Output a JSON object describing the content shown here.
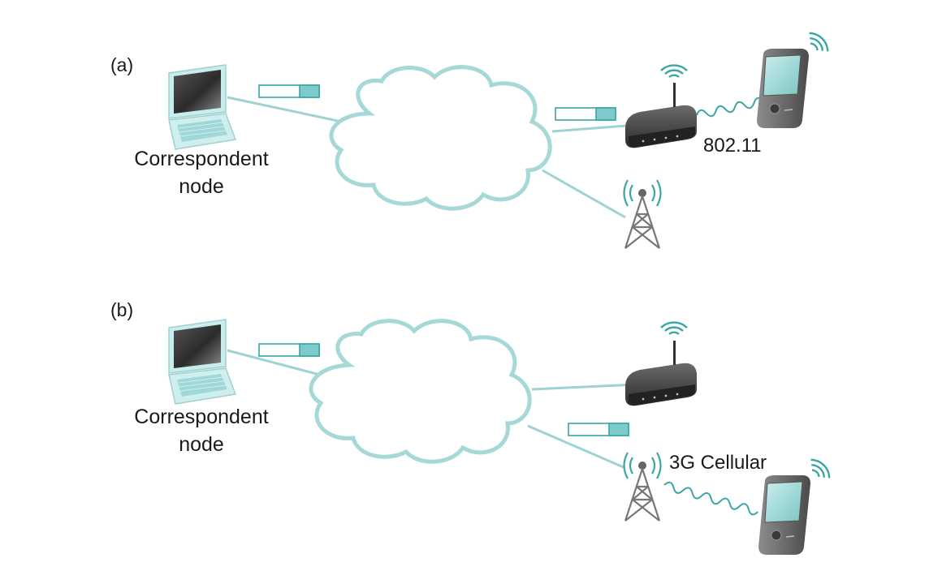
{
  "panels": [
    {
      "label": "(a)",
      "correspondent_label_line1": "Correspondent",
      "correspondent_label_line2": "node",
      "link_label": "802.11"
    },
    {
      "label": "(b)",
      "correspondent_label_line1": "Correspondent",
      "correspondent_label_line2": "node",
      "link_label": "3G Cellular"
    }
  ],
  "colors": {
    "link": "#9fd3d3",
    "cloud_stroke": "#a6d8d8",
    "packet_border": "#3aa6a6",
    "packet_fill": "#7fcaca",
    "wave": "#3aa6a6",
    "device_dark": "#3a3a3a",
    "screen": "#8fd4d0"
  },
  "icons": [
    "laptop-icon",
    "cloud-icon",
    "router-icon",
    "cell-tower-icon",
    "phone-icon",
    "packet-icon",
    "radio-wave-icon"
  ]
}
